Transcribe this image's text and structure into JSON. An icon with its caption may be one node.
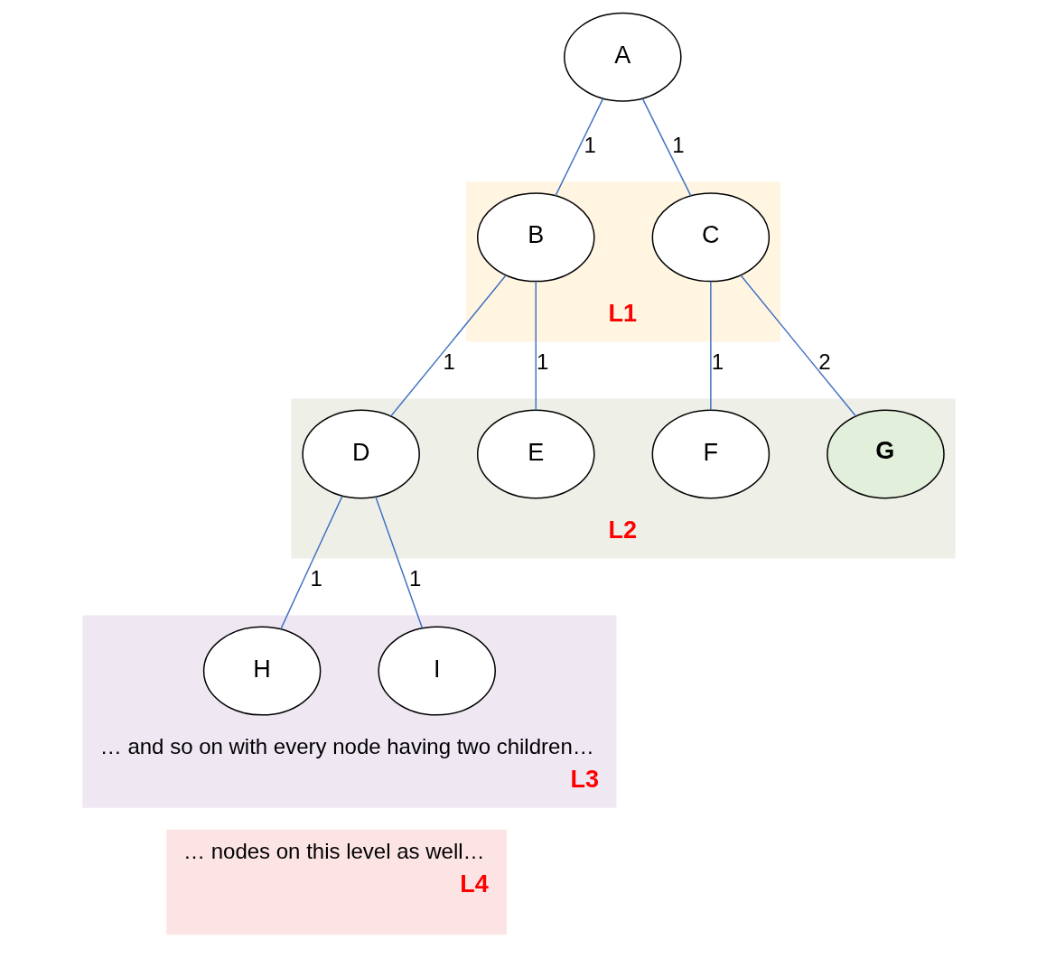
{
  "diagram": {
    "nodes": [
      {
        "text": [
          "A"
        ]
      },
      {
        "text": [
          "L1"
        ]
      },
      {
        "text": [
          "B"
        ],
        "in": 1
      },
      {
        "text": [
          "C"
        ],
        "in": 1
      },
      {
        "text": [
          "L2"
        ]
      },
      {
        "text": [
          "D"
        ],
        "in": 4
      },
      {
        "text": [
          "E"
        ],
        "in": 4
      },
      {
        "text": [
          "F"
        ],
        "in": 4
      },
      {
        "text": [
          "G"
        ],
        "in": 4
      },
      {
        "text": [
          "… and so on with every node having two children…",
          "L3"
        ]
      },
      {
        "text": [
          "H"
        ],
        "in": 9
      },
      {
        "text": [
          "I"
        ],
        "in": 9
      },
      {
        "text": [
          "… nodes on this level as well…",
          "L4"
        ]
      }
    ],
    "edges": [
      {
        "from": 0,
        "to": 2,
        "arrow": "none",
        "label": "1"
      },
      {
        "from": 0,
        "to": 3,
        "arrow": "none",
        "label": "1"
      },
      {
        "from": 2,
        "to": 5,
        "arrow": "none",
        "label": "1"
      },
      {
        "from": 2,
        "to": 6,
        "arrow": "none",
        "label": "1"
      },
      {
        "from": 3,
        "to": 7,
        "arrow": "none",
        "label": "1"
      },
      {
        "from": 3,
        "to": 8,
        "arrow": "none",
        "label": "2"
      },
      {
        "from": 5,
        "to": 10,
        "arrow": "none",
        "label": "1"
      },
      {
        "from": 5,
        "to": 11,
        "arrow": "none",
        "label": "1"
      }
    ]
  }
}
